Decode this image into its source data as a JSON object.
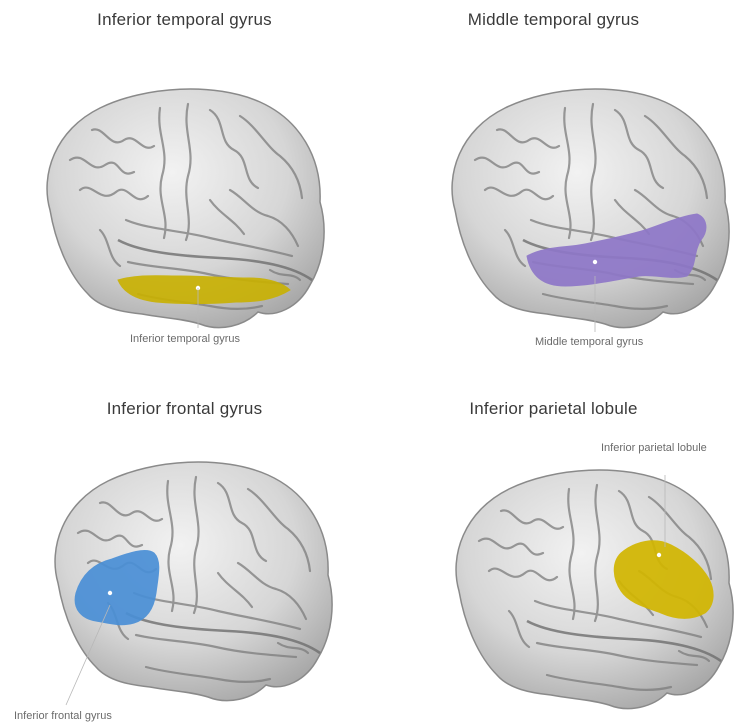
{
  "panels": [
    {
      "title": "Inferior temporal gyrus",
      "label": "Inferior temporal gyrus",
      "highlight_color": "#c9b100"
    },
    {
      "title": "Middle temporal gyrus",
      "label": "Middle temporal gyrus",
      "highlight_color": "#8e77c8"
    },
    {
      "title": "Inferior frontal gyrus",
      "label": "Inferior frontal gyrus",
      "highlight_color": "#4a8fd6"
    },
    {
      "title": "Inferior parietal lobule",
      "label": "Inferior parietal lobule",
      "highlight_color": "#d2b600"
    }
  ]
}
